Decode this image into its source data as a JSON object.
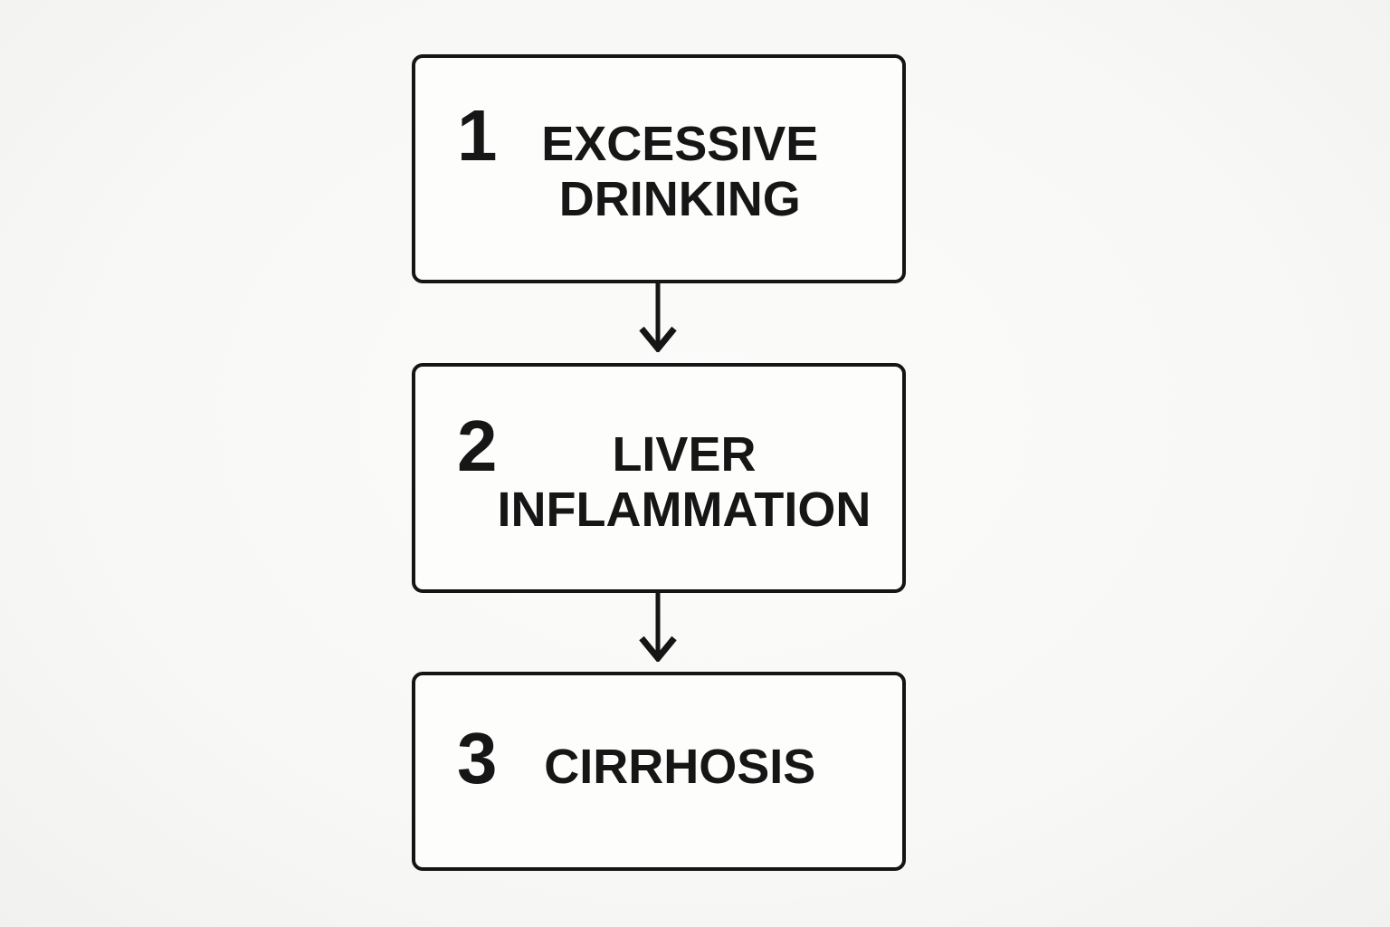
{
  "diagram": {
    "type": "flowchart",
    "direction": "top-down",
    "steps": [
      {
        "number": "1",
        "label": "EXCESSIVE DRINKING"
      },
      {
        "number": "2",
        "label": "LIVER INFLAMMATION"
      },
      {
        "number": "3",
        "label": "CIRRHOSIS"
      }
    ],
    "connectors": [
      {
        "from": "1",
        "to": "2",
        "icon": "down-arrow-icon"
      },
      {
        "from": "2",
        "to": "3",
        "icon": "down-arrow-icon"
      }
    ],
    "colors": {
      "ink": "#161616",
      "border": "#151515",
      "box_fill": "#fdfdfc",
      "background": "#f8f8f6"
    }
  }
}
